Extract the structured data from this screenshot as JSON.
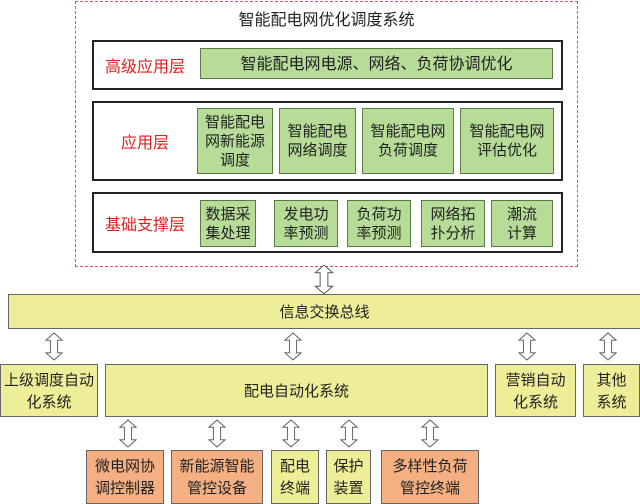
{
  "diagram": {
    "title": "智能配电网优化调度系统",
    "layers": {
      "advanced": {
        "label": "高级应用层",
        "items": [
          "智能配电网电源、网络、负荷协调优化"
        ]
      },
      "application": {
        "label": "应用层",
        "items": [
          "智能配电网新能源调度",
          "智能配电网络调度",
          "智能配电网负荷调度",
          "智能配电网评估优化"
        ]
      },
      "foundation": {
        "label": "基础支撑层",
        "items": [
          "数据采集处理",
          "发电功率预测",
          "负荷功率预测",
          "网络拓扑分析",
          "潮流计算"
        ]
      }
    },
    "bus": {
      "label": "信息交换总线"
    },
    "systems": [
      "上级调度自动化系统",
      "配电自动化系统",
      "营销自动化系统",
      "其他系统"
    ],
    "devices": [
      {
        "label": "微电网协调控制器",
        "color": "orange"
      },
      {
        "label": "新能源智能管控设备",
        "color": "orange"
      },
      {
        "label": "配电终端",
        "color": "yellow"
      },
      {
        "label": "保护装置",
        "color": "yellow"
      },
      {
        "label": "多样性负荷管控终端",
        "color": "orange"
      }
    ],
    "colors": {
      "green_box": "#b7dc98",
      "yellow_box": "#eeee99",
      "orange_box": "#f4b083",
      "layer_label": "#e02020",
      "dashed_border": "#d9535b"
    }
  }
}
